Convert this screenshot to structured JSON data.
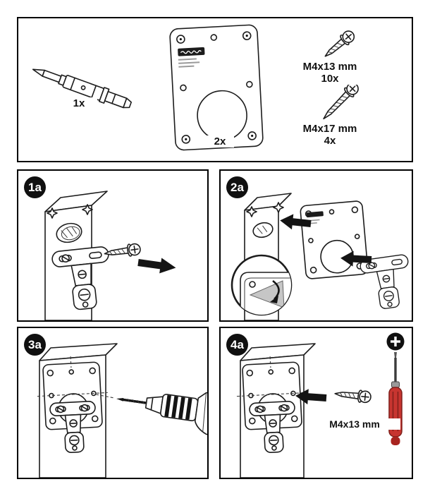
{
  "colors": {
    "line": "#1c1c1c",
    "badge_bg": "#101010",
    "screwdriver_handle": "#c73530"
  },
  "parts_panel": {
    "drill_qty": "1x",
    "plate_qty": "2x",
    "screws": [
      {
        "size": "M4x13 mm",
        "qty": "10x"
      },
      {
        "size": "M4x17 mm",
        "qty": "4x"
      }
    ]
  },
  "steps": {
    "step1": {
      "badge": "1a"
    },
    "step2": {
      "badge": "2a"
    },
    "step3": {
      "badge": "3a"
    },
    "step4": {
      "badge": "4a",
      "screw_label": "M4x13 mm"
    }
  },
  "icons": {
    "sparkle": "impact-sparkle-icon",
    "arrow": "direction-arrow-icon",
    "magnifier": "detail-magnifier",
    "phillips": "phillips-bit-icon",
    "logo": "brand-logo"
  }
}
